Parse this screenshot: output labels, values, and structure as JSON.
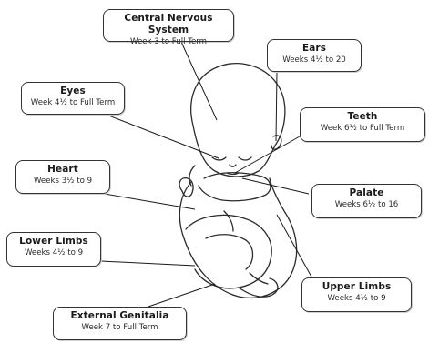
{
  "labels": {
    "cns": {
      "title": "Central Nervous System",
      "range": "Week 3 to Full Term"
    },
    "ears": {
      "title": "Ears",
      "range": "Weeks 4½ to 20"
    },
    "eyes": {
      "title": "Eyes",
      "range": "Week 4½ to Full Term"
    },
    "teeth": {
      "title": "Teeth",
      "range": "Week 6½ to Full Term"
    },
    "heart": {
      "title": "Heart",
      "range": "Weeks 3½ to 9"
    },
    "palate": {
      "title": "Palate",
      "range": "Weeks 6½ to 16"
    },
    "lowerLimbs": {
      "title": "Lower Limbs",
      "range": "Weeks 4½ to 9"
    },
    "upperLimbs": {
      "title": "Upper Limbs",
      "range": "Weeks 4½ to 9"
    },
    "genitalia": {
      "title": "External Genitalia",
      "range": "Week 7 to Full Term"
    }
  }
}
